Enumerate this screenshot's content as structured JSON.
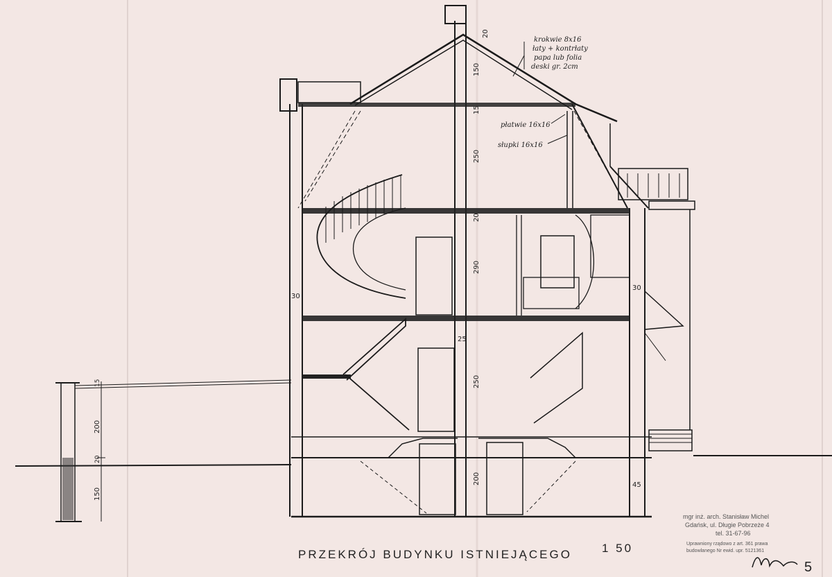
{
  "title": "PRZEKRÓJ BUDYNKU ISTNIEJĄCEGO",
  "scale": "1 50",
  "sheet_number": "5",
  "dimensions": [
    "20",
    "150",
    "15",
    "250",
    "20",
    "290",
    "25",
    "250",
    "200",
    "30",
    "30",
    "45",
    "15",
    "200",
    "20",
    "150"
  ],
  "annotations": [
    "krokwie 8x16",
    "łaty + kontrłaty",
    "papa lub folia",
    "deski gr. 2cm",
    "płatwie 16x16",
    "słupki 16x16"
  ],
  "stamp": {
    "line1": "mgr inż. arch. Stanisław Michel",
    "line2": "Gdańsk, ul. Długie Pobrzeże 4",
    "line3": "tel. 31-67-96",
    "line4": "Uprawniony rządowo z art. 361 prawa",
    "line5": "budowlanego   Nr ewid. upr. 5121361"
  }
}
